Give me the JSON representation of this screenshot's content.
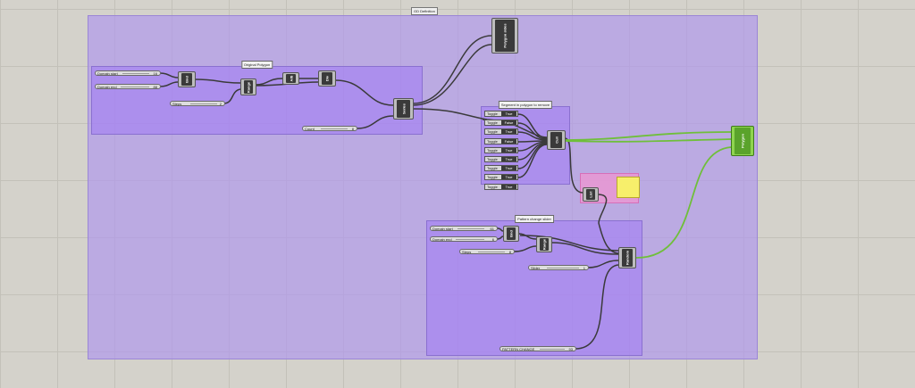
{
  "definition_label": "GD Definition",
  "groups": {
    "original": "Original Polygon",
    "segment": "Segment in polygon to remove",
    "pattern": "Pattern change slider"
  },
  "sliders_original": {
    "domain_start": {
      "label": "Domain start",
      "value": "16"
    },
    "domain_end": {
      "label": "Domain end",
      "value": "88"
    },
    "steps": {
      "label": "Steps",
      "value": "2"
    },
    "count": {
      "label": "Count",
      "value": "8"
    }
  },
  "sliders_pattern": {
    "domain_start": {
      "label": "Domain start",
      "value": "61"
    },
    "domain_end": {
      "label": "Domain end",
      "value": "6"
    },
    "steps": {
      "label": "Steps",
      "value": "8"
    },
    "slider": {
      "label": "Slider",
      "value": "1"
    },
    "pattern_change": {
      "label": "PATTERN CHANGE",
      "value": "93"
    }
  },
  "components": {
    "bnd": "Bnd",
    "range": "Range",
    "a_b": "A/B",
    "div": "Div",
    "series": "Series",
    "polygon_sides": "Polygon sides",
    "cull": "Cull",
    "list": "List",
    "pattern_bnd": "Bnd",
    "pattern_range": "Range",
    "random": "Random",
    "polygon": "Polygon"
  },
  "toggles": [
    {
      "label": "Toggle",
      "value": "True"
    },
    {
      "label": "Toggle",
      "value": "False"
    },
    {
      "label": "Toggle",
      "value": "True"
    },
    {
      "label": "Toggle",
      "value": "False"
    },
    {
      "label": "Toggle",
      "value": "True"
    },
    {
      "label": "Toggle",
      "value": "True"
    },
    {
      "label": "Toggle",
      "value": "True"
    },
    {
      "label": "Toggle",
      "value": "True"
    },
    {
      "label": "Toggle",
      "value": "True"
    }
  ],
  "colors": {
    "wire": "#3a3a3a",
    "wire_green": "#6fbf3a",
    "group_purple": "#b096ee",
    "group_pink": "#ec96d2",
    "panel_yellow": "#f7ef6b"
  }
}
